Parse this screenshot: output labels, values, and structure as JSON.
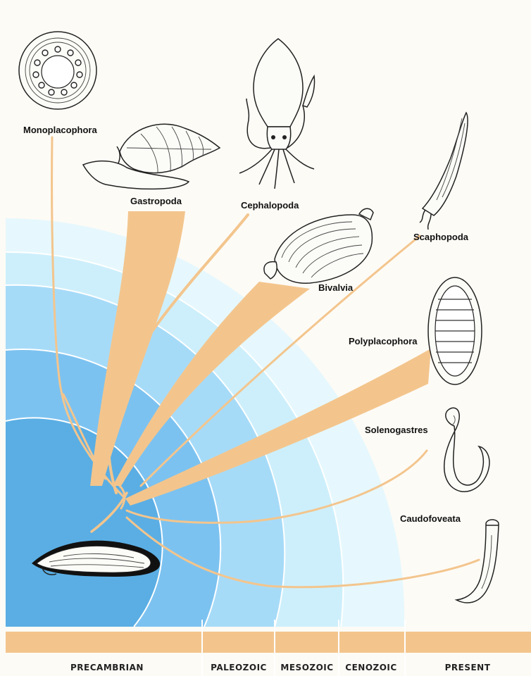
{
  "diagram": {
    "taxa": [
      {
        "key": "monoplacophora",
        "label": "Monoplacophora"
      },
      {
        "key": "gastropoda",
        "label": "Gastropoda"
      },
      {
        "key": "cephalopoda",
        "label": "Cephalopoda"
      },
      {
        "key": "bivalvia",
        "label": "Bivalvia"
      },
      {
        "key": "scaphopoda",
        "label": "Scaphopoda"
      },
      {
        "key": "polyplacophora",
        "label": "Polyplacophora"
      },
      {
        "key": "solenogastres",
        "label": "Solenogastres"
      },
      {
        "key": "caudofoveata",
        "label": "Caudofoveata"
      }
    ],
    "eras": [
      {
        "key": "precambrian",
        "label": "PRECAMBRIAN"
      },
      {
        "key": "paleozoic",
        "label": "PALEOZOIC"
      },
      {
        "key": "mesozoic",
        "label": "MESOZOIC"
      },
      {
        "key": "cenozoic",
        "label": "CENOZOIC"
      },
      {
        "key": "present",
        "label": "PRESENT"
      }
    ],
    "colors": {
      "precambrian": "#5aaee4",
      "paleozoic": "#7cc2f0",
      "mesozoic": "#a6dbf8",
      "cenozoic": "#cdeffb",
      "present": "#e6f8fd",
      "branch": "#f3c58d",
      "background": "#fdfbf6"
    }
  }
}
